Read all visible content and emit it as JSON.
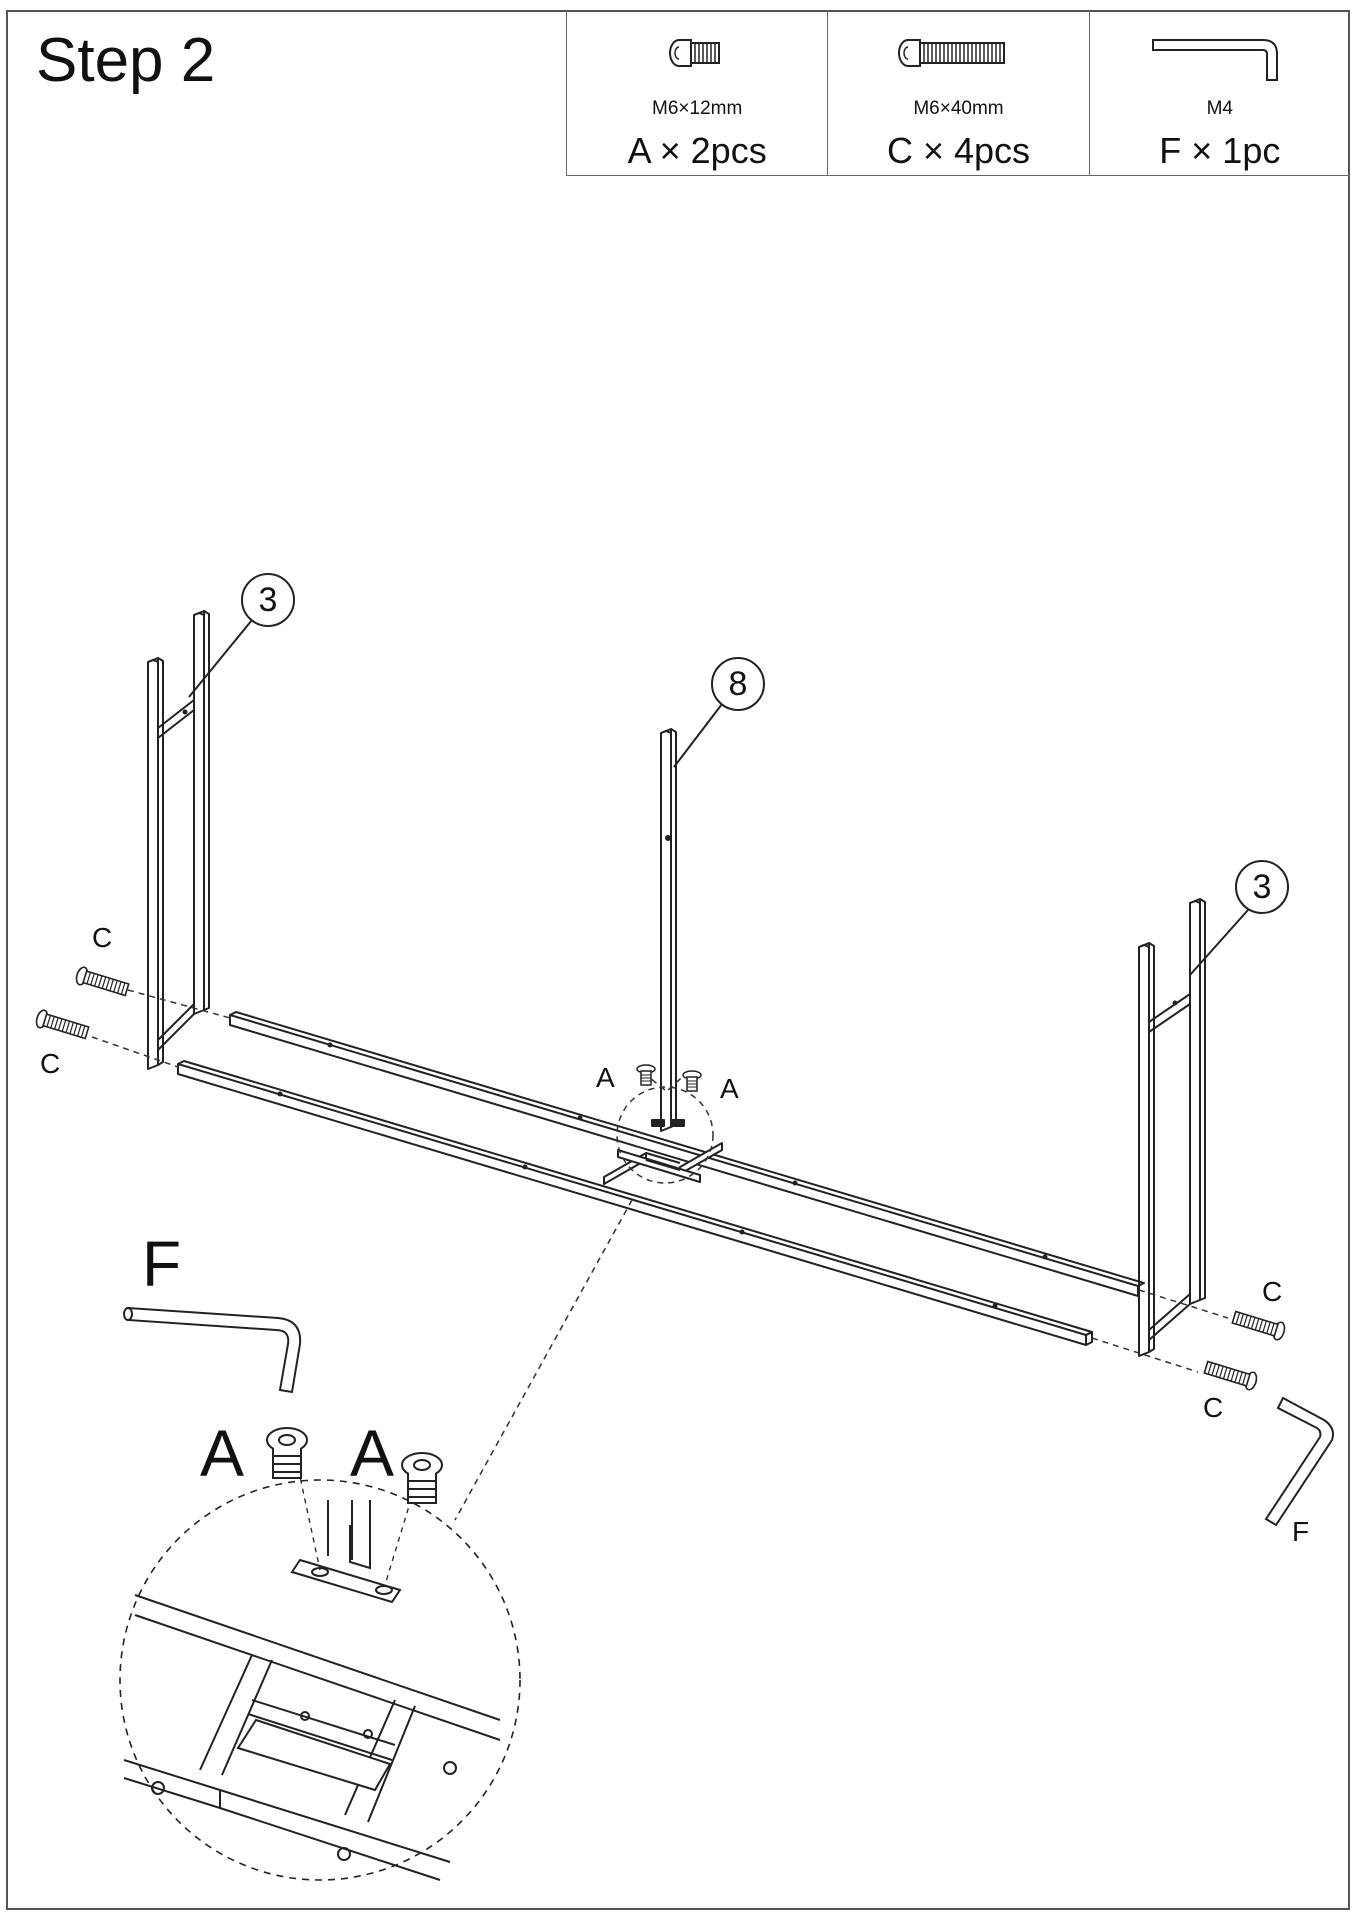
{
  "step": {
    "title": "Step 2"
  },
  "parts": [
    {
      "icon": "short-bolt-icon",
      "spec": "M6×12mm",
      "qty": "A × 2pcs"
    },
    {
      "icon": "long-bolt-icon",
      "spec": "M6×40mm",
      "qty": "C × 4pcs"
    },
    {
      "icon": "hex-key-icon",
      "spec": "M4",
      "qty": "F × 1pc"
    }
  ],
  "callouts": {
    "left_frame": "3",
    "center_post": "8",
    "right_frame": "3"
  },
  "hardware_labels": {
    "c_top_left": "C",
    "c_bottom_left": "C",
    "c_top_right": "C",
    "c_bottom_right": "C",
    "a_left": "A",
    "a_right": "A",
    "detail_a_left": "A",
    "detail_a_right": "A",
    "f_key_left": "F",
    "f_key_right": "F"
  }
}
